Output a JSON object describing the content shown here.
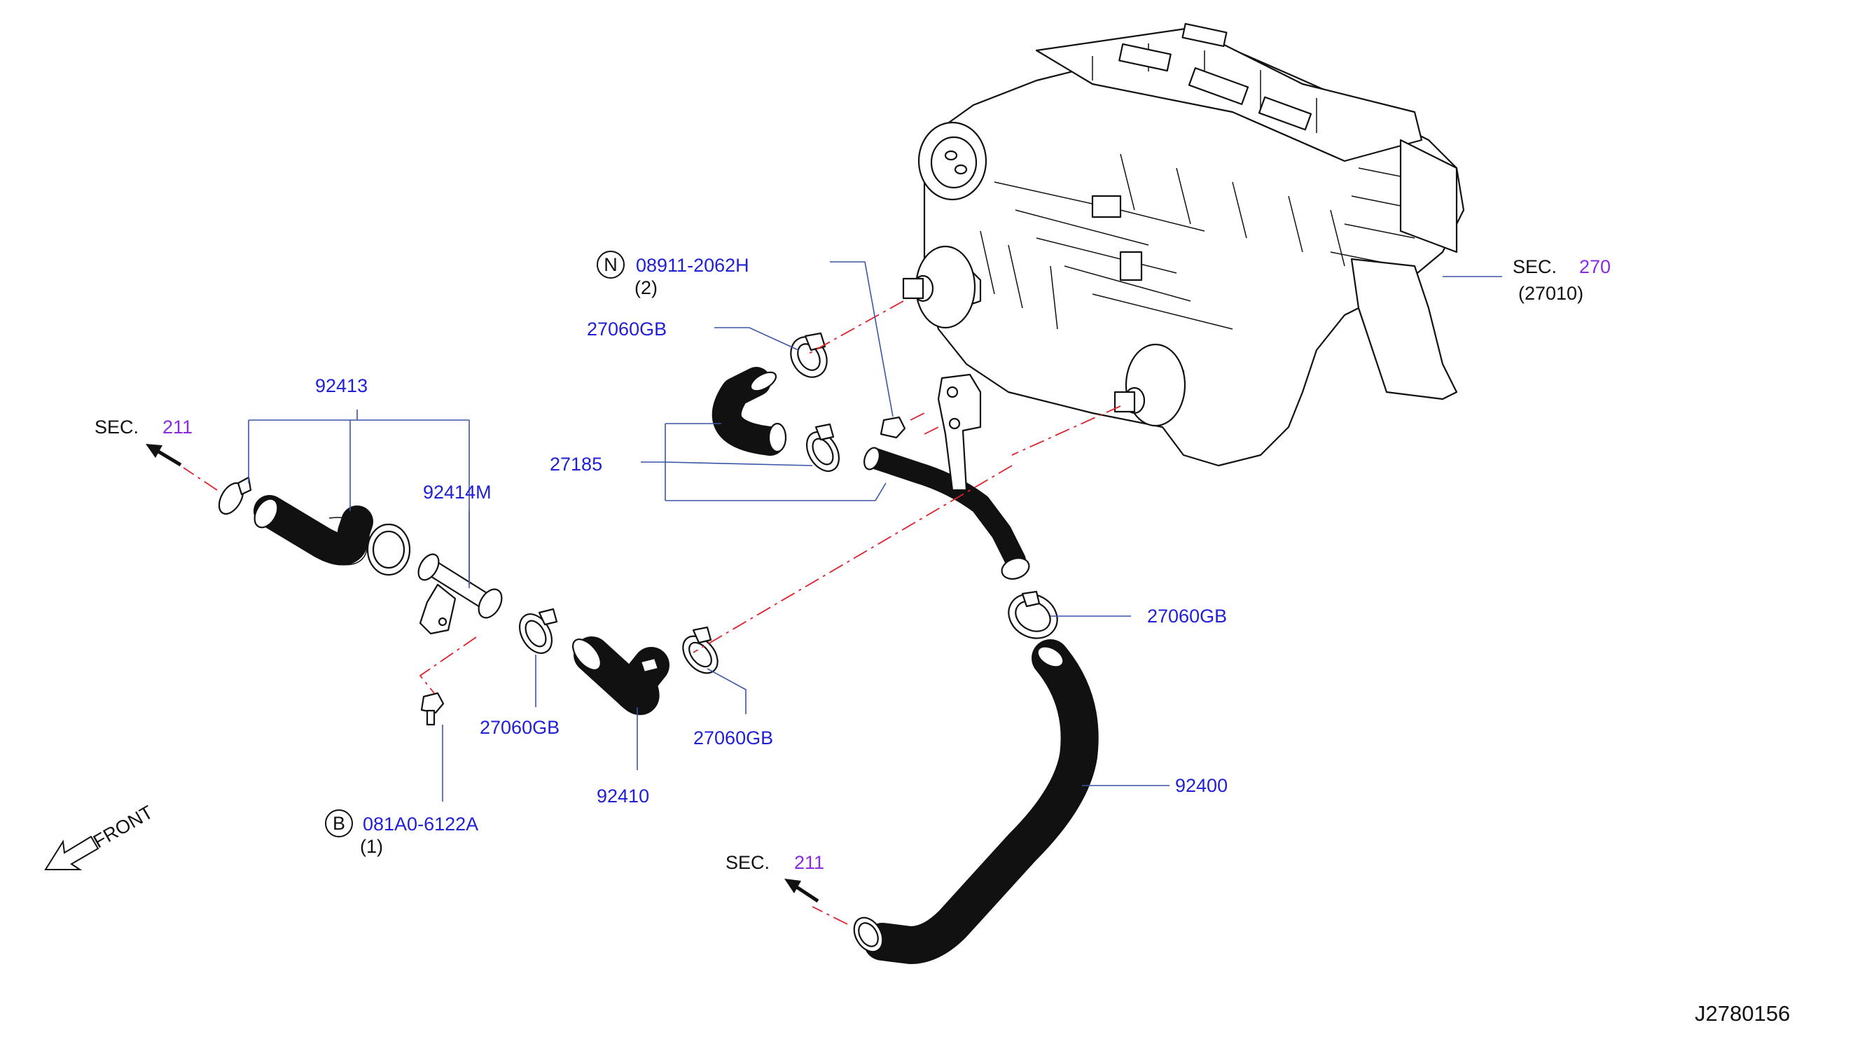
{
  "sec_labels": {
    "sec": "SEC.",
    "top_left_num": "211",
    "bottom_num": "211",
    "right_num": "270",
    "right_sub": "(27010)"
  },
  "callouts": {
    "n_symbol": "N",
    "n_part": "08911-2062H",
    "n_qty": "(2)",
    "b_symbol": "B",
    "b_part": "081A0-6122A",
    "b_qty": "(1)"
  },
  "parts": {
    "clamp_top": "27060GB",
    "hose_27185": "27185",
    "hose_92413": "92413",
    "pipe_92414m": "92414M",
    "clamp_left": "27060GB",
    "clamp_mid": "27060GB",
    "clamp_right": "27060GB",
    "hose_92410": "92410",
    "hose_92400": "92400"
  },
  "front_label": "FRONT",
  "diagram_id": "J2780156",
  "colors": {
    "part_number": "#1f1fd6",
    "section_number": "#8a2be2",
    "leader": "#3a55a8",
    "centerline": "#e0202a"
  }
}
